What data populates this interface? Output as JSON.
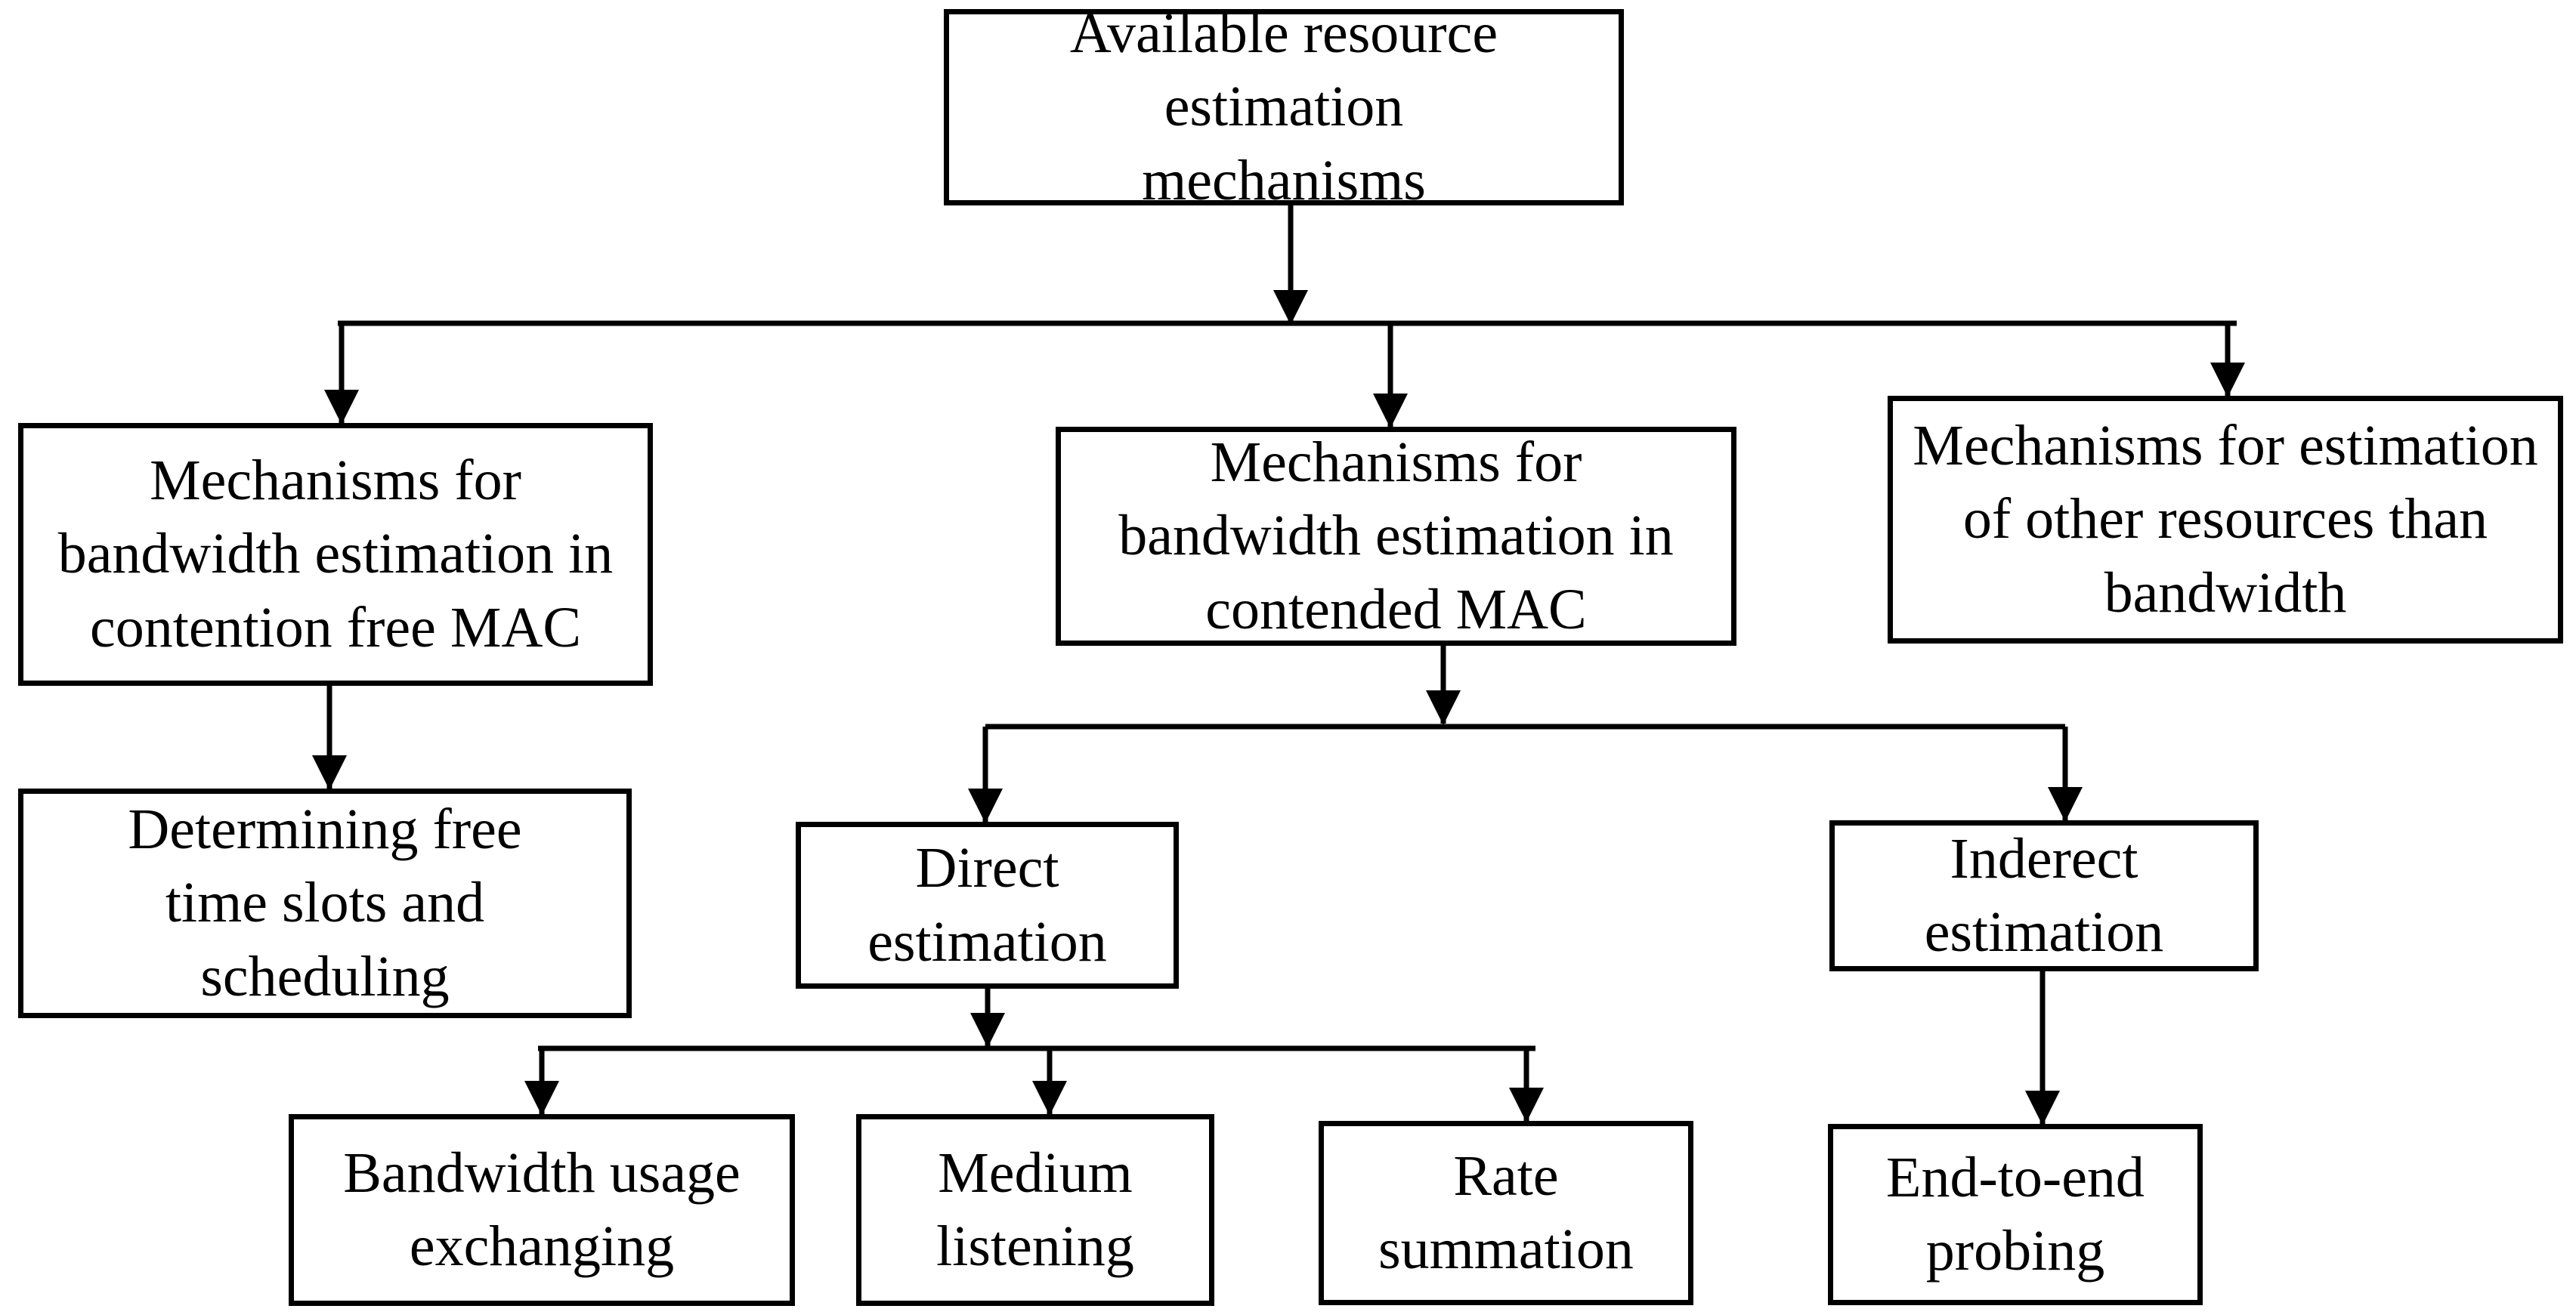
{
  "diagram": {
    "type": "hierarchy",
    "nodes": {
      "root": "Available resource estimation mechanisms",
      "contention_free": "Mechanisms for bandwidth estimation in contention free MAC",
      "contended": "Mechanisms for bandwidth estimation in contended MAC",
      "other_resources": "Mechanisms for estimation of other resources than bandwidth",
      "free_slots": "Determining free time slots and scheduling",
      "direct": "Direct estimation",
      "indirect": "Inderect estimation",
      "bandwidth_usage": "Bandwidth usage exchanging",
      "medium_listening": "Medium listening",
      "rate_summation": "Rate summation",
      "end_to_end": "End-to-end probing"
    },
    "edges": [
      [
        "root",
        "contention_free"
      ],
      [
        "root",
        "contended"
      ],
      [
        "root",
        "other_resources"
      ],
      [
        "contention_free",
        "free_slots"
      ],
      [
        "contended",
        "direct"
      ],
      [
        "contended",
        "indirect"
      ],
      [
        "direct",
        "bandwidth_usage"
      ],
      [
        "direct",
        "medium_listening"
      ],
      [
        "direct",
        "rate_summation"
      ],
      [
        "indirect",
        "end_to_end"
      ]
    ],
    "colors": {
      "stroke": "#000000",
      "background": "#ffffff"
    }
  }
}
